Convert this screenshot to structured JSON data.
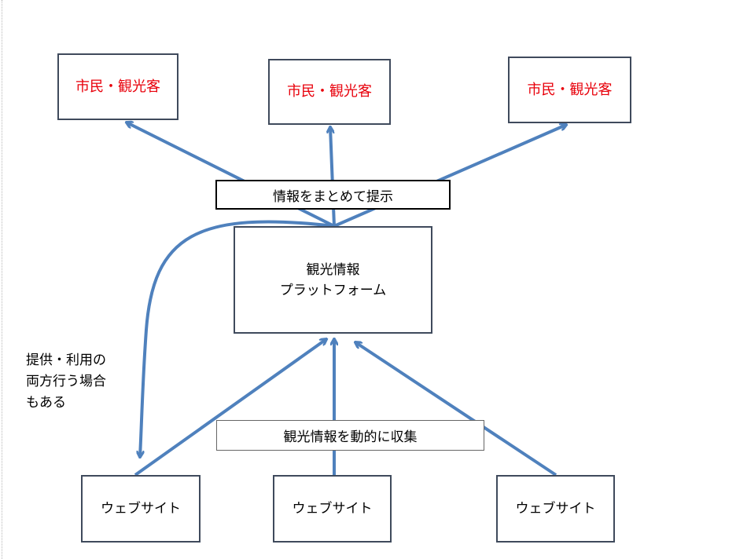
{
  "audience_boxes": [
    {
      "label": "市民・観光客"
    },
    {
      "label": "市民・観光客"
    },
    {
      "label": "市民・観光客"
    }
  ],
  "present_label": "情報をまとめて提示",
  "platform": {
    "line1": "観光情報",
    "line2": "プラットフォーム"
  },
  "collect_label": "観光情報を動的に収集",
  "websites": [
    {
      "label": "ウェブサイト"
    },
    {
      "label": "ウェブサイト"
    },
    {
      "label": "ウェブサイト"
    }
  ],
  "side_note": {
    "line1": "提供・利用の",
    "line2": "両方行う場合",
    "line3": "もある"
  },
  "colors": {
    "arrow": "#4f81bd",
    "audience_text": "#e8000b",
    "box_border": "#3f4a5c"
  }
}
